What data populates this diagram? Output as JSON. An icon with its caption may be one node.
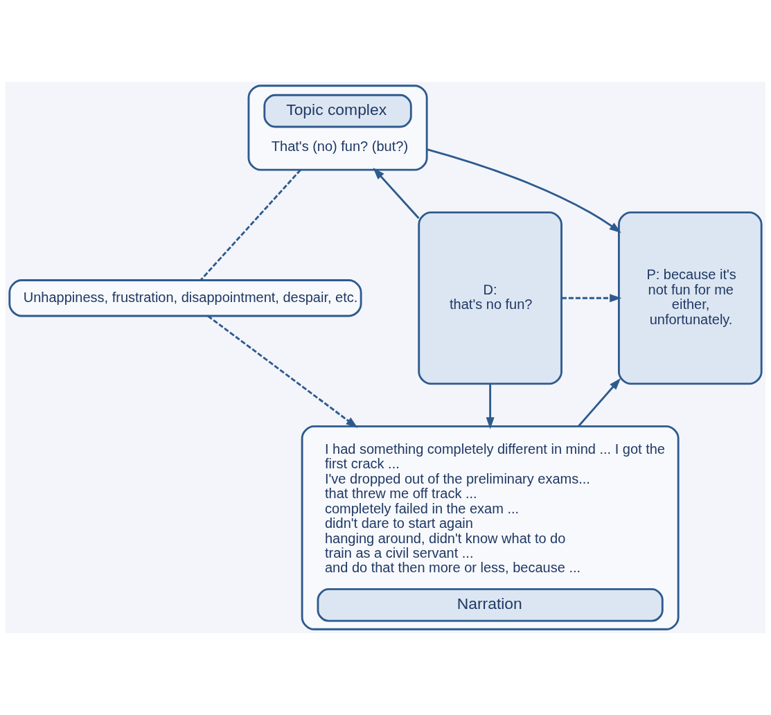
{
  "diagram": {
    "nodes": [
      {
        "text": [
          "Topic complex",
          "That's (no) fun? (but?)"
        ]
      },
      {
        "text": [
          "Unhappiness, frustration, disappointment, despair, etc."
        ]
      },
      {
        "text": [
          "D: that's no fun?"
        ]
      },
      {
        "text": [
          "P: because it's not fun for me either, unfortunately."
        ]
      },
      {
        "text": [
          "I had something completely different in mind ... I got the first crack ...",
          "I've dropped out of the preliminary exams...",
          "that threw me off track ...",
          "completely failed in the exam ...",
          "didn't dare to start again",
          "hanging around, didn't know what to do",
          "train as a civil servant ...",
          "and do that then more or less, because ...",
          "Narration"
        ]
      }
    ],
    "edges": [
      {
        "from": 2,
        "to": 0,
        "arrow": "to"
      },
      {
        "from": 0,
        "to": 3,
        "arrow": "to"
      },
      {
        "from": 0,
        "to": 1,
        "arrow": "none",
        "style": "dashed"
      },
      {
        "from": 1,
        "to": 4,
        "arrow": "to",
        "style": "dashed"
      },
      {
        "from": 2,
        "to": 3,
        "arrow": "to",
        "style": "dashed"
      },
      {
        "from": 2,
        "to": 4,
        "arrow": "to"
      },
      {
        "from": 4,
        "to": 3,
        "arrow": "to"
      }
    ]
  }
}
